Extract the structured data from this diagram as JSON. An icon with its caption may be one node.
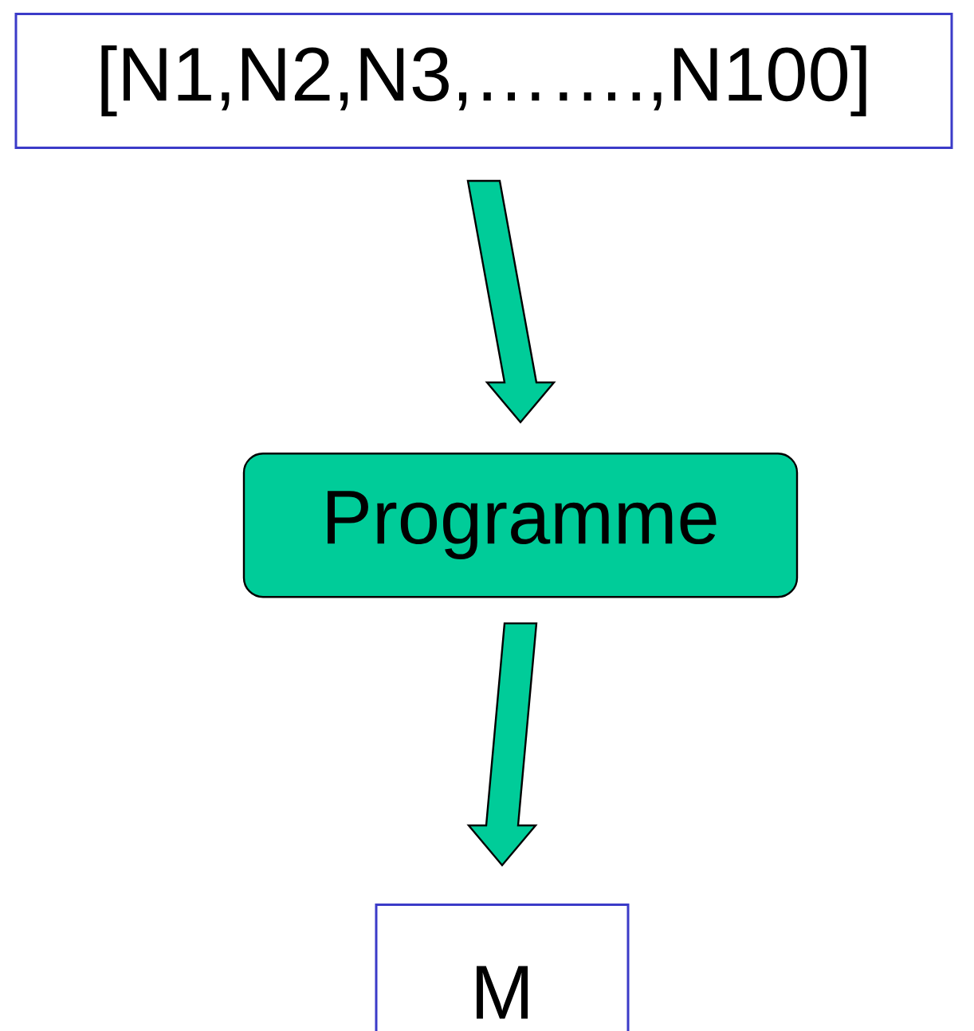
{
  "diagram": {
    "nodes": [
      {
        "text": [
          "[N1,N2,N3,…….,N100]"
        ]
      },
      {
        "text": [
          "Programme"
        ]
      },
      {
        "text": [
          "M"
        ]
      }
    ],
    "edges": [
      {
        "from": 0,
        "to": 1,
        "arrow": "to"
      },
      {
        "from": 1,
        "to": 2,
        "arrow": "to"
      }
    ]
  }
}
